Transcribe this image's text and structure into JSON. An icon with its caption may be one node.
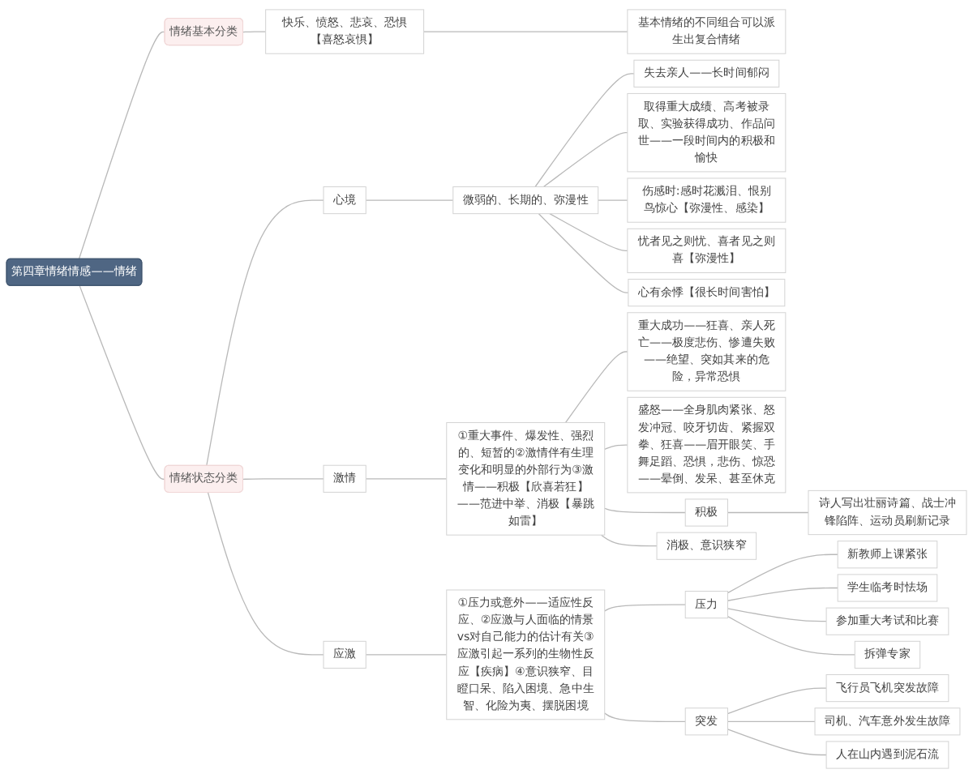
{
  "diagram": {
    "nodes": [
      {
        "text": [
          "第四章情绪情感——情绪"
        ]
      },
      {
        "text": [
          "情绪基本分类"
        ]
      },
      {
        "text": [
          "快乐、愤怒、悲哀、恐惧【喜怒哀惧】"
        ]
      },
      {
        "text": [
          "基本情绪的不同组合可以派生出复合情绪"
        ]
      },
      {
        "text": [
          "情绪状态分类"
        ]
      },
      {
        "text": [
          "心境"
        ]
      },
      {
        "text": [
          "微弱的、长期的、弥漫性"
        ]
      },
      {
        "text": [
          "失去亲人——长时间郁闷"
        ]
      },
      {
        "text": [
          "取得重大成绩、高考被录取、实验获得成功、作品问世——一段时间内的积极和愉快"
        ]
      },
      {
        "text": [
          "伤感时:感时花溅泪、恨别鸟惊心【弥漫性、感染】"
        ]
      },
      {
        "text": [
          "忧者见之则忧、喜者见之则喜【弥漫性】"
        ]
      },
      {
        "text": [
          "心有余悸【很长时间害怕】"
        ]
      },
      {
        "text": [
          "激情"
        ]
      },
      {
        "text": [
          "①重大事件、爆发性、强烈的、短暂的②激情伴有生理变化和明显的外部行为③激情——积极【欣喜若狂】——范进中举、消极【暴跳如雷】"
        ]
      },
      {
        "text": [
          "重大成功——狂喜、亲人死亡——极度悲伤、惨遭失败——绝望、突如其来的危险，异常恐惧"
        ]
      },
      {
        "text": [
          "盛怒——全身肌肉紧张、怒发冲冠、咬牙切齿、紧握双拳、狂喜——眉开眼笑、手舞足蹈、恐惧，悲伤、惊恐——晕倒、发呆、甚至休克"
        ]
      },
      {
        "text": [
          "积极"
        ]
      },
      {
        "text": [
          "诗人写出壮丽诗篇、战士冲锋陷阵、运动员刷新记录"
        ]
      },
      {
        "text": [
          "消极、意识狭窄"
        ]
      },
      {
        "text": [
          "应激"
        ]
      },
      {
        "text": [
          "①压力或意外——适应性反应、②应激与人面临的情景vs对自己能力的估计有关③应激引起一系列的生物性反应【疾病】④意识狭窄、目瞪口呆、陷入困境、急中生智、化险为夷、摆脱困境"
        ]
      },
      {
        "text": [
          "压力"
        ]
      },
      {
        "text": [
          "新教师上课紧张"
        ]
      },
      {
        "text": [
          "学生临考时怯场"
        ]
      },
      {
        "text": [
          "参加重大考试和比赛"
        ]
      },
      {
        "text": [
          "拆弹专家"
        ]
      },
      {
        "text": [
          "突发"
        ]
      },
      {
        "text": [
          "飞行员飞机突发故障"
        ]
      },
      {
        "text": [
          "司机、汽车意外发生故障"
        ]
      },
      {
        "text": [
          "人在山内遇到泥石流"
        ]
      }
    ],
    "edges": [
      {
        "from": 0,
        "to": 1,
        "arrow": "none"
      },
      {
        "from": 1,
        "to": 2,
        "arrow": "none"
      },
      {
        "from": 2,
        "to": 3,
        "arrow": "none"
      },
      {
        "from": 0,
        "to": 4,
        "arrow": "none"
      },
      {
        "from": 4,
        "to": 5,
        "arrow": "none"
      },
      {
        "from": 5,
        "to": 6,
        "arrow": "none"
      },
      {
        "from": 6,
        "to": 7,
        "arrow": "none"
      },
      {
        "from": 6,
        "to": 8,
        "arrow": "none"
      },
      {
        "from": 6,
        "to": 9,
        "arrow": "none"
      },
      {
        "from": 6,
        "to": 10,
        "arrow": "none"
      },
      {
        "from": 6,
        "to": 11,
        "arrow": "none"
      },
      {
        "from": 4,
        "to": 12,
        "arrow": "none"
      },
      {
        "from": 12,
        "to": 13,
        "arrow": "none"
      },
      {
        "from": 13,
        "to": 14,
        "arrow": "none"
      },
      {
        "from": 13,
        "to": 15,
        "arrow": "none"
      },
      {
        "from": 13,
        "to": 16,
        "arrow": "none"
      },
      {
        "from": 16,
        "to": 17,
        "arrow": "none"
      },
      {
        "from": 13,
        "to": 18,
        "arrow": "none"
      },
      {
        "from": 4,
        "to": 19,
        "arrow": "none"
      },
      {
        "from": 19,
        "to": 20,
        "arrow": "none"
      },
      {
        "from": 20,
        "to": 21,
        "arrow": "none"
      },
      {
        "from": 21,
        "to": 22,
        "arrow": "none"
      },
      {
        "from": 21,
        "to": 23,
        "arrow": "none"
      },
      {
        "from": 21,
        "to": 24,
        "arrow": "none"
      },
      {
        "from": 21,
        "to": 25,
        "arrow": "none"
      },
      {
        "from": 20,
        "to": 26,
        "arrow": "none"
      },
      {
        "from": 26,
        "to": 27,
        "arrow": "none"
      },
      {
        "from": 26,
        "to": 28,
        "arrow": "none"
      },
      {
        "from": 26,
        "to": 29,
        "arrow": "none"
      }
    ]
  }
}
